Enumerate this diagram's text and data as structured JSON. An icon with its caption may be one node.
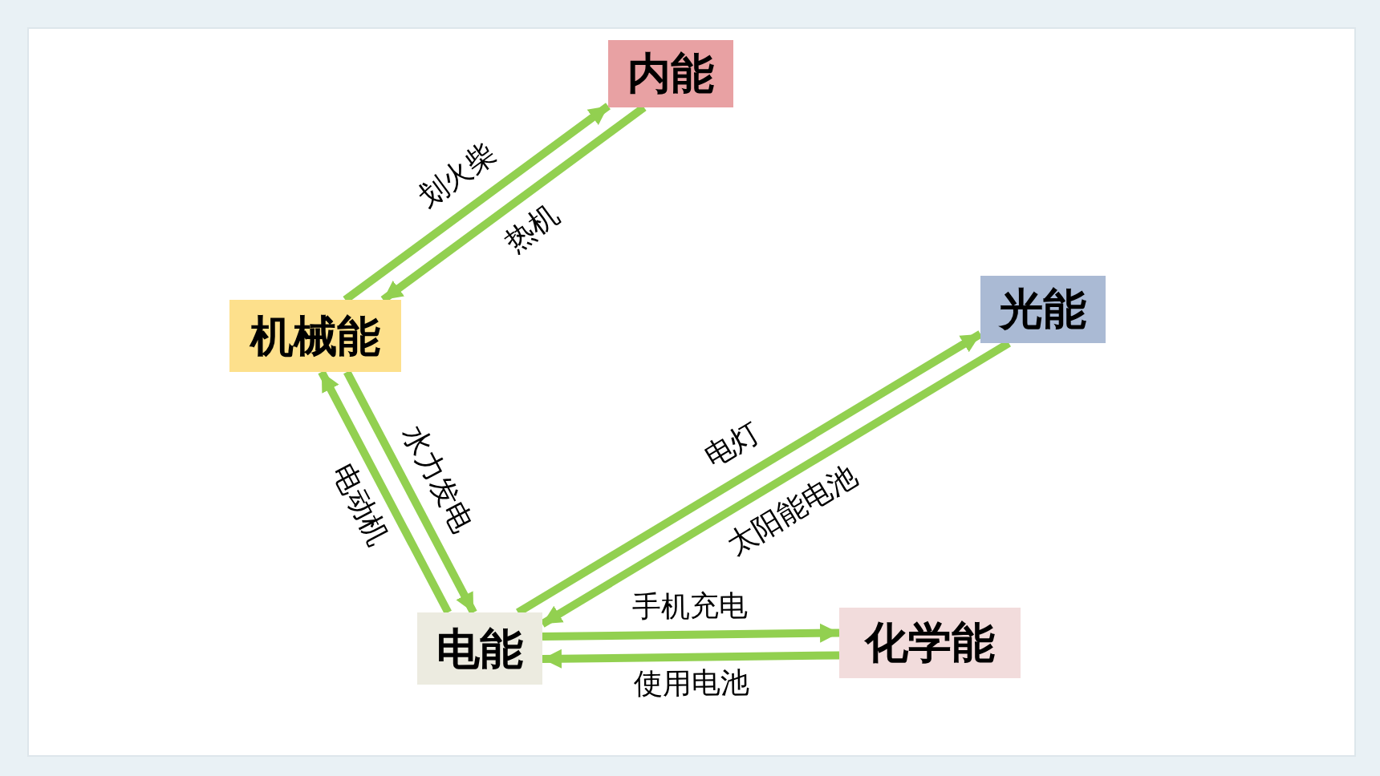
{
  "diagram": {
    "nodes": [
      {
        "text": [
          "内能"
        ]
      },
      {
        "text": [
          "机械能"
        ]
      },
      {
        "text": [
          "光能"
        ]
      },
      {
        "text": [
          "电能"
        ]
      },
      {
        "text": [
          "化学能"
        ]
      }
    ],
    "edges": [
      {
        "from": 1,
        "to": 0,
        "arrow": "to",
        "label": "划火柴"
      },
      {
        "from": 0,
        "to": 1,
        "arrow": "to",
        "label": "热机"
      },
      {
        "from": 1,
        "to": 3,
        "arrow": "to",
        "label": "水力发电"
      },
      {
        "from": 3,
        "to": 1,
        "arrow": "to",
        "label": "电动机"
      },
      {
        "from": 3,
        "to": 2,
        "arrow": "to",
        "label": "电灯"
      },
      {
        "from": 2,
        "to": 3,
        "arrow": "to",
        "label": "太阳能电池"
      },
      {
        "from": 3,
        "to": 4,
        "arrow": "to",
        "label": "手机充电"
      },
      {
        "from": 4,
        "to": 3,
        "arrow": "to",
        "label": "使用电池"
      }
    ]
  }
}
